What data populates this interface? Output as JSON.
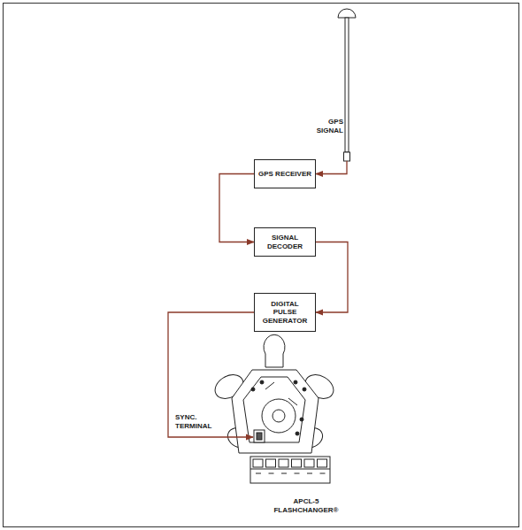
{
  "diagram": {
    "nodes": [
      {
        "text": [
          "GPS RECEIVER"
        ]
      },
      {
        "text": [
          "SIGNAL DECODER"
        ]
      },
      {
        "text": [
          "DIGITAL PULSE GENERATOR"
        ]
      }
    ],
    "edges": [
      {
        "from": 0,
        "to": 1,
        "arrow": "to"
      },
      {
        "from": 1,
        "to": 2,
        "arrow": "to"
      }
    ],
    "labels": [
      "GPS SIGNAL",
      "SYNC. TERMINAL",
      "APCL-5 FLASHCHANGER®"
    ]
  }
}
